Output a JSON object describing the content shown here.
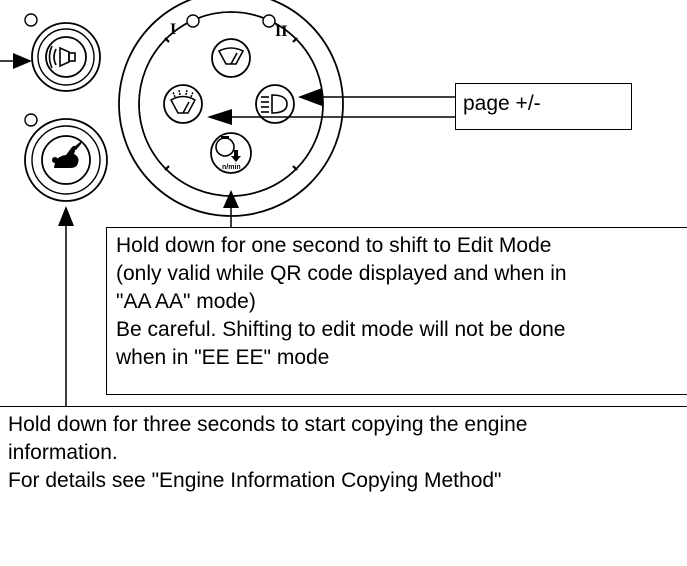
{
  "labels": {
    "mode_one": "I",
    "mode_two": "II",
    "rpm_unit": "n/min"
  },
  "callouts": {
    "page": "page +/-",
    "edit_mode": [
      "Hold down for one second to shift to Edit Mode",
      "(only valid while QR code displayed and when in",
      "\"AA AA\" mode)",
      "Be careful. Shifting to edit mode will not be done",
      "when in \"EE EE\" mode"
    ],
    "copy_info": [
      "Hold down for three seconds to start copying the engine",
      "information.",
      "For details see \"Engine Information Copying Method\""
    ]
  }
}
